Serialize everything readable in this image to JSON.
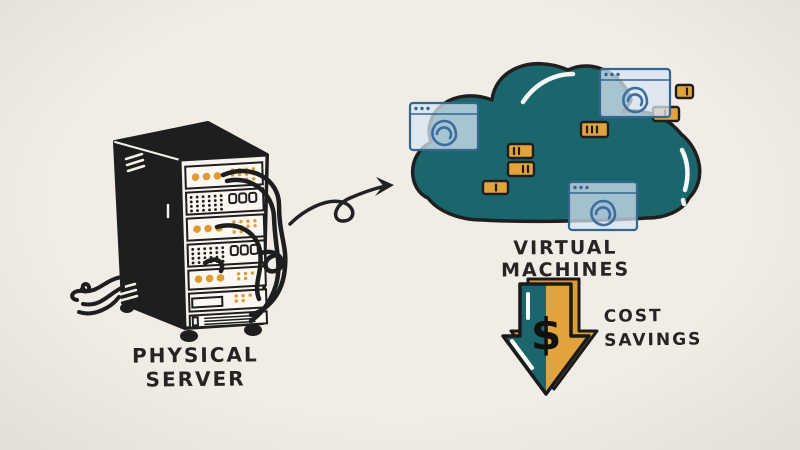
{
  "diagram": {
    "background": "#f1ece6",
    "flow": [
      {
        "id": "physical-server",
        "label": "PHYSICAL SERVER"
      },
      {
        "id": "virtual-machines",
        "label": "VIRTUAL MACHINES",
        "browser_window_count": 3,
        "vm_block_count": 6
      },
      {
        "id": "cost-savings",
        "label_lines": [
          "COST",
          "SAVINGS"
        ],
        "symbol": "$"
      }
    ],
    "colors": {
      "cloud_teal": "#1b666c",
      "vm_orange": "#e3a33c",
      "arrow_back_orange": "#daa035",
      "window_blue": "#d7e5f2",
      "window_border": "#34678f",
      "ink": "#1f1f1f",
      "panel_white": "#f7f3ec"
    }
  }
}
